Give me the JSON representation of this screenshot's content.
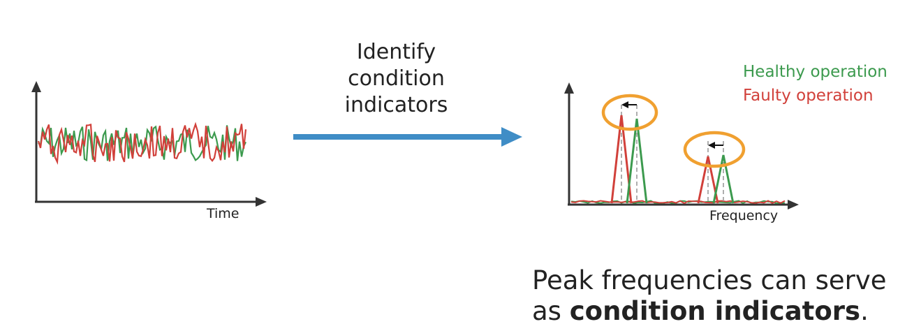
{
  "step": {
    "line1": "Identify",
    "line2": "condition",
    "line3": "indicators"
  },
  "time_plot": {
    "x_label": "Time"
  },
  "freq_plot": {
    "x_label": "Frequency"
  },
  "legend": {
    "healthy": "Healthy operation",
    "faulty": "Faulty operation"
  },
  "caption": {
    "line1": "Peak frequencies can serve",
    "line2_prefix": "as ",
    "line2_bold": "condition indicators",
    "line2_suffix": "."
  },
  "colors": {
    "healthy": "#3c9a4e",
    "faulty": "#d1403a",
    "arrow": "#3f8dc6",
    "highlight": "#f0a030",
    "axis": "#333333"
  }
}
